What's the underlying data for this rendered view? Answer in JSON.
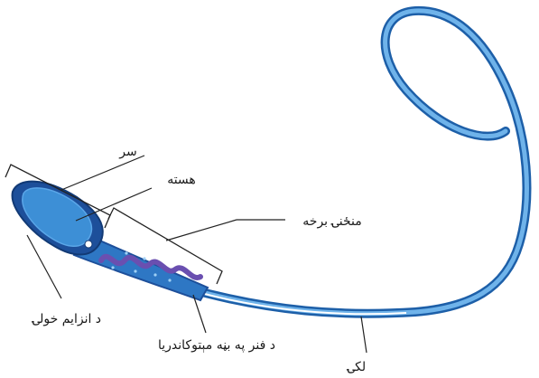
{
  "diagram": {
    "labels": {
      "head": "سر",
      "nucleus": "هسته",
      "midpiece": "منځنۍ برخه",
      "acrosome": "د انزایم خولۍ",
      "mitochondria": "د فنر په بڼه مېتوکاندریا",
      "tail": "لکۍ"
    },
    "colors": {
      "tail_blue": "#2f7fc6",
      "tail_light": "#6fb3ea",
      "head_dark": "#1d4f9a",
      "head_light": "#3d8fd6",
      "mitochondria": "#6a4fb0",
      "line": "#222222"
    }
  }
}
